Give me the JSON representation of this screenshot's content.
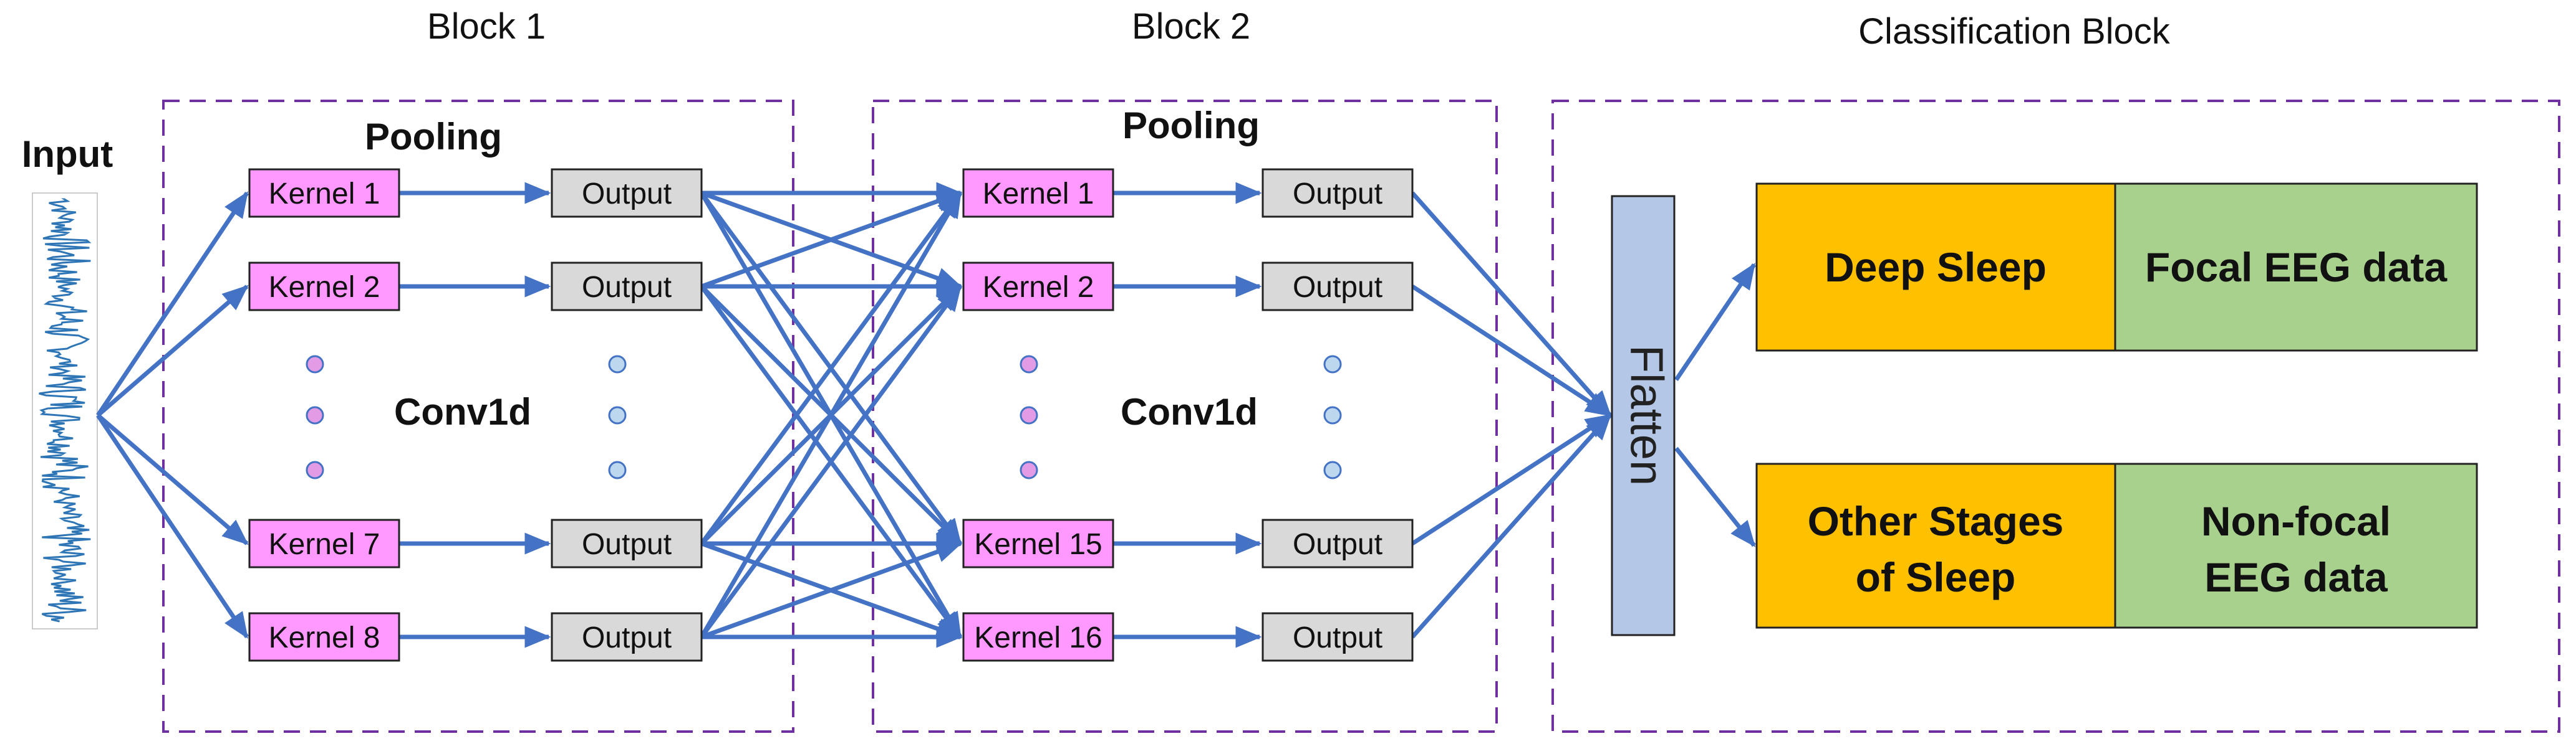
{
  "blocks": {
    "block1_title": "Block 1",
    "block2_title": "Block 2",
    "classification_title": "Classification Block"
  },
  "input_label": "Input",
  "block1": {
    "pooling_label": "Pooling",
    "conv_label": "Conv1d",
    "kernels": [
      "Kernel 1",
      "Kernel 2",
      "Kernel 7",
      "Kernel 8"
    ],
    "outputs": [
      "Output",
      "Output",
      "Output",
      "Output"
    ]
  },
  "block2": {
    "pooling_label": "Pooling",
    "conv_label": "Conv1d",
    "kernels": [
      "Kernel 1",
      "Kernel 2",
      "Kernel 15",
      "Kernel 16"
    ],
    "outputs": [
      "Output",
      "Output",
      "Output",
      "Output"
    ]
  },
  "flatten_label": "Flatten",
  "classes": [
    {
      "stage": [
        "Deep Sleep"
      ],
      "data": [
        "Focal EEG data"
      ]
    },
    {
      "stage": [
        "Other Stages",
        "of Sleep"
      ],
      "data": [
        "Non-focal",
        "EEG data"
      ]
    }
  ],
  "colors": {
    "arrow": "#4472C4",
    "kernel_fill": "#FF99FF",
    "output_fill": "#D9D9D9",
    "flatten_fill": "#B4C7E7",
    "stage_fill": "#FFC000",
    "data_fill": "#A9D18E",
    "dashed_border": "#7030A0",
    "dot_kernel": "#E39BE6",
    "dot_output": "#BDD7EE"
  }
}
